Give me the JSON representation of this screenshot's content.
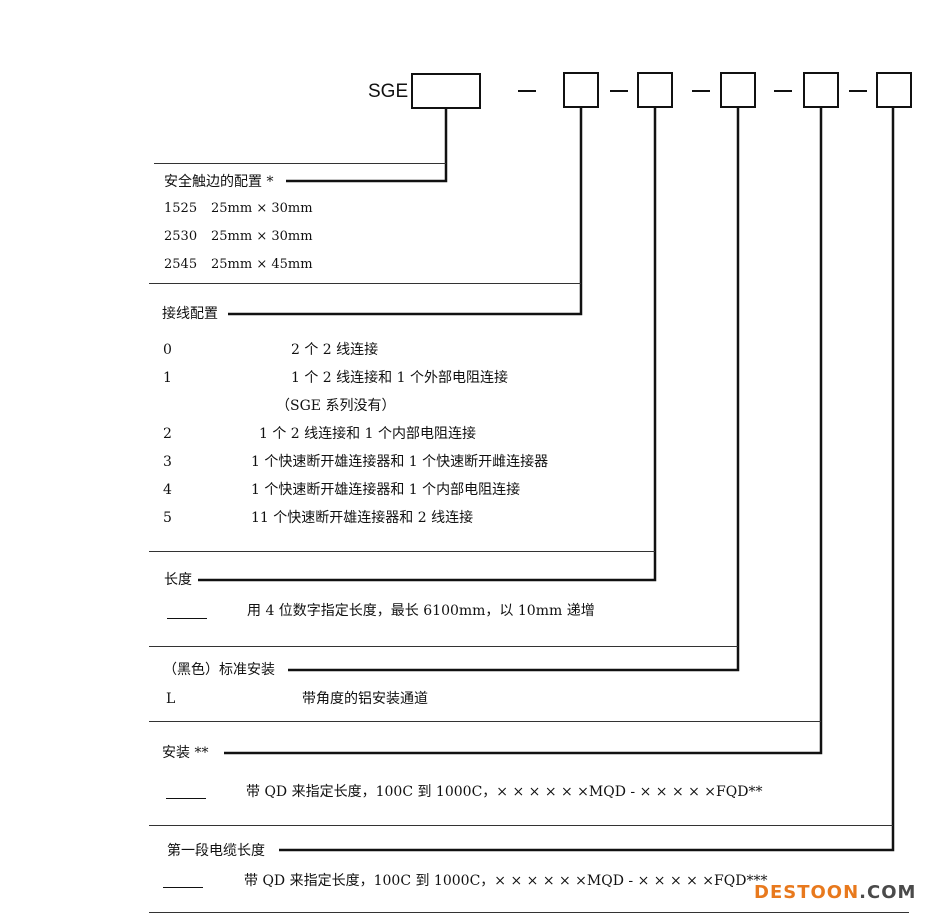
{
  "header": {
    "prefix": "SGE",
    "separators": [
      "—",
      "—",
      "—",
      "—",
      "—"
    ]
  },
  "sections": {
    "edge_config": {
      "title": "安全触边的配置 *",
      "rows": [
        {
          "code": "1525",
          "size": "25mm × 30mm"
        },
        {
          "code": "2530",
          "size": "25mm × 30mm"
        },
        {
          "code": "2545",
          "size": "25mm × 45mm"
        }
      ]
    },
    "wiring": {
      "title": "接线配置",
      "rows": [
        {
          "code": "0",
          "desc": "2 个 2 线连接"
        },
        {
          "code": "1",
          "desc": "1 个 2 线连接和 1 个外部电阻连接"
        },
        {
          "code": "",
          "desc": "（SGE 系列没有）"
        },
        {
          "code": "2",
          "desc": "1 个 2 线连接和 1 个内部电阻连接"
        },
        {
          "code": "3",
          "desc": "1 个快速断开雄连接器和 1 个快速断开雌连接器"
        },
        {
          "code": "4",
          "desc": "1 个快速断开雄连接器和 1 个内部电阻连接"
        },
        {
          "code": "5",
          "desc": "11 个快速断开雄连接器和 2 线连接"
        }
      ]
    },
    "length": {
      "title": "长度",
      "desc": "用 4 位数字指定长度，最长 6100mm，以 10mm 递增"
    },
    "mounting": {
      "title": "（黑色）标准安装",
      "code": "L",
      "desc": "带角度的铝安装通道"
    },
    "install": {
      "title": "安装 **",
      "desc": "带 QD 来指定长度，100C 到 1000C，× × × × × ×MQD - × × × × ×FQD**"
    },
    "cable": {
      "title": "第一段电缆长度",
      "desc": "带 QD 来指定长度，100C 到 1000C，× × × × × ×MQD - × × × × ×FQD***"
    }
  },
  "watermark": {
    "brand": "DESTOON",
    "suffix": ".COM"
  }
}
